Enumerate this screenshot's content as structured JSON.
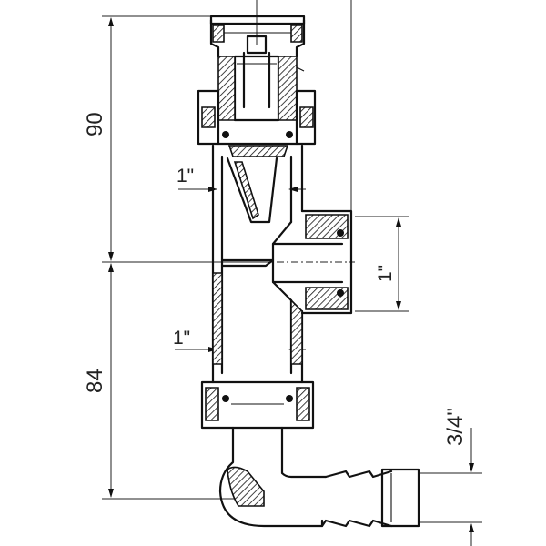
{
  "dimensions": {
    "height_upper": "90",
    "height_lower": "84",
    "inlet_size": "1\"",
    "body_upper": "1\"",
    "body_lower": "1\"",
    "hose_size": "3/4\""
  }
}
